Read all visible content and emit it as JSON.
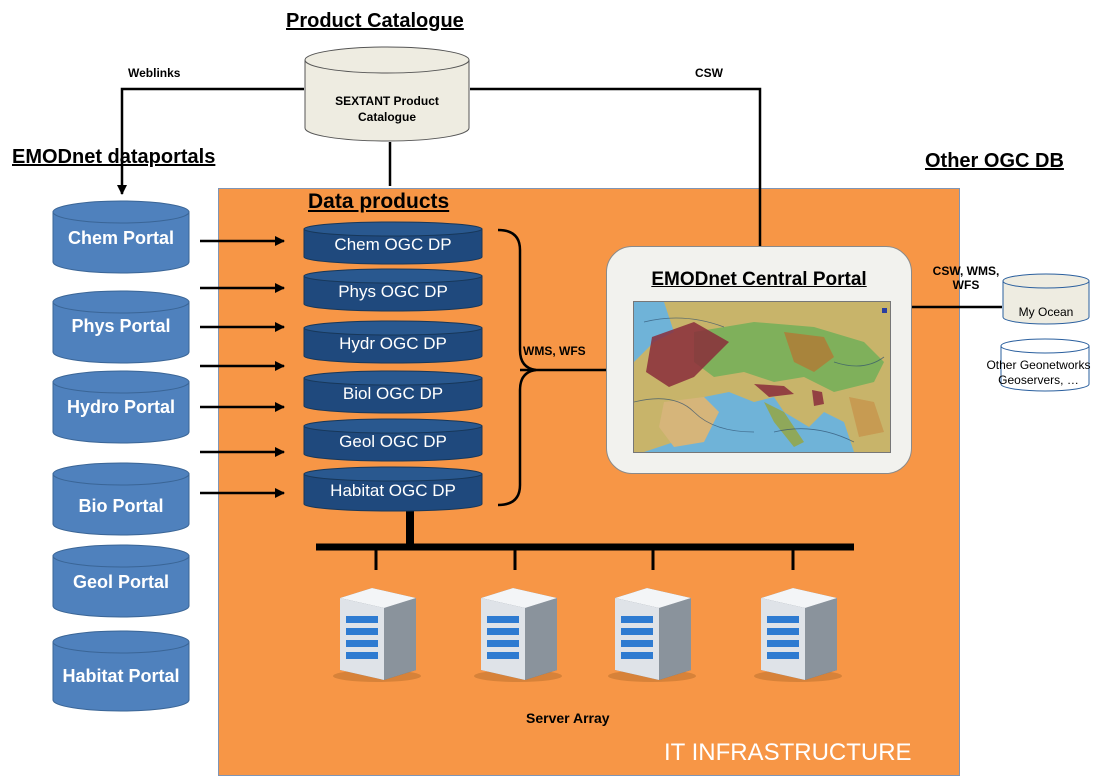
{
  "headings": {
    "product_catalogue": "Product Catalogue",
    "emodnet_dataportals": "EMODnet dataportals",
    "other_ogc_db": "Other OGC DB",
    "data_products": "Data products",
    "central_portal": "EMODnet Central Portal",
    "it_infrastructure": "IT INFRASTRUCTURE",
    "server_array": "Server Array"
  },
  "catalogue": {
    "line1": "SEXTANT Product",
    "line2": "Catalogue"
  },
  "links": {
    "weblinks": "Weblinks",
    "csw_top": "CSW",
    "wms_wfs": "WMS, WFS",
    "csw_wms_wfs_1": "CSW, WMS,",
    "csw_wms_wfs_2": "WFS"
  },
  "portals": [
    "Chem Portal",
    "Phys Portal",
    "Hydro Portal",
    "Bio Portal",
    "Geol Portal",
    "Habitat Portal"
  ],
  "data_products": [
    "Chem OGC DP",
    "Phys OGC DP",
    "Hydr OGC DP",
    "Biol OGC DP",
    "Geol OGC DP",
    "Habitat OGC DP"
  ],
  "other_dbs": {
    "my_ocean": "My Ocean",
    "other_line1": "Other Geonetworks",
    "other_line2": "Geoservers, …"
  },
  "colors": {
    "infrastructure": "#f79646",
    "portal_fill": "#4f81bd",
    "dp_fill": "#1f497d",
    "catalogue_fill": "#eeece1"
  },
  "icons": [
    "server-icon",
    "map-thumbnail"
  ]
}
